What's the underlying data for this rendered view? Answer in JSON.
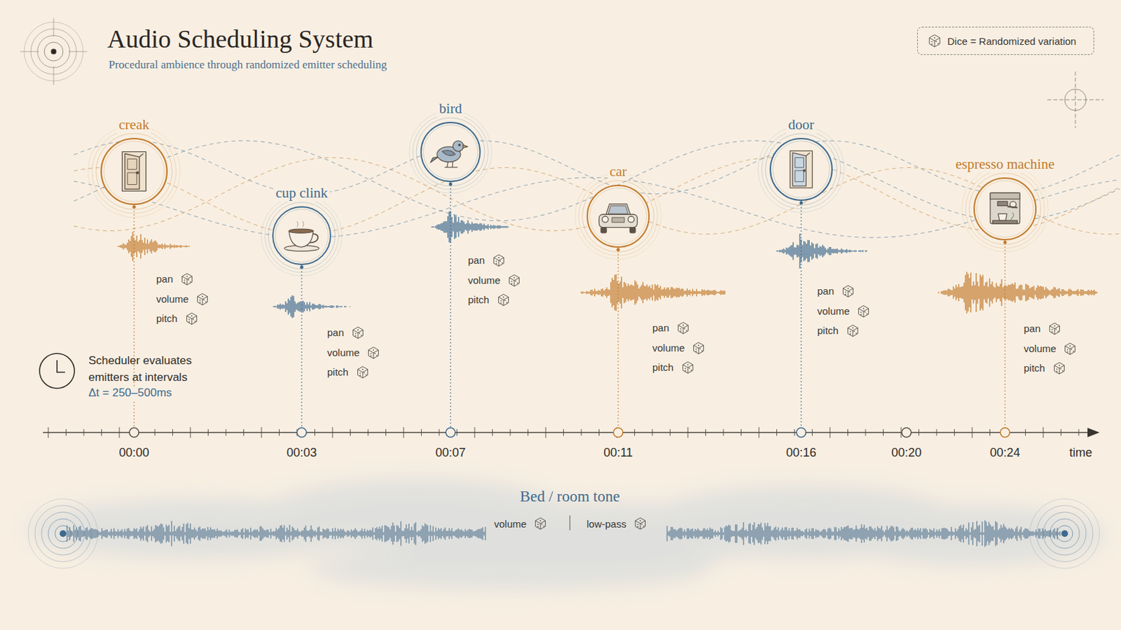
{
  "diagram": {
    "title": "Audio Scheduling System",
    "nodes": [
      {
        "text": [
          "creak"
        ]
      },
      {
        "text": [
          "cup clink"
        ]
      },
      {
        "text": [
          "bird"
        ]
      },
      {
        "text": [
          "car"
        ]
      },
      {
        "text": [
          "door"
        ]
      },
      {
        "text": [
          "espresso machine"
        ]
      }
    ],
    "labels": [
      "Procedural ambience through randomized emitter scheduling",
      "pan",
      "volume",
      "pitch",
      "pan",
      "volume",
      "pitch",
      "pan",
      "volume",
      "pitch",
      "pan",
      "volume",
      "pitch",
      "pan",
      "volume",
      "pitch",
      "pan",
      "volume",
      "pitch",
      "Scheduler evaluates emitters at intervals",
      "Δt = 250–500ms",
      "00:00",
      "00:03",
      "00:07",
      "00:11",
      "00:16",
      "00:20",
      "00:24",
      "time",
      "Bed / room tone",
      "volume",
      "low-pass"
    ],
    "legend": [
      {
        "text": "Dice = Randomized variation"
      }
    ]
  }
}
